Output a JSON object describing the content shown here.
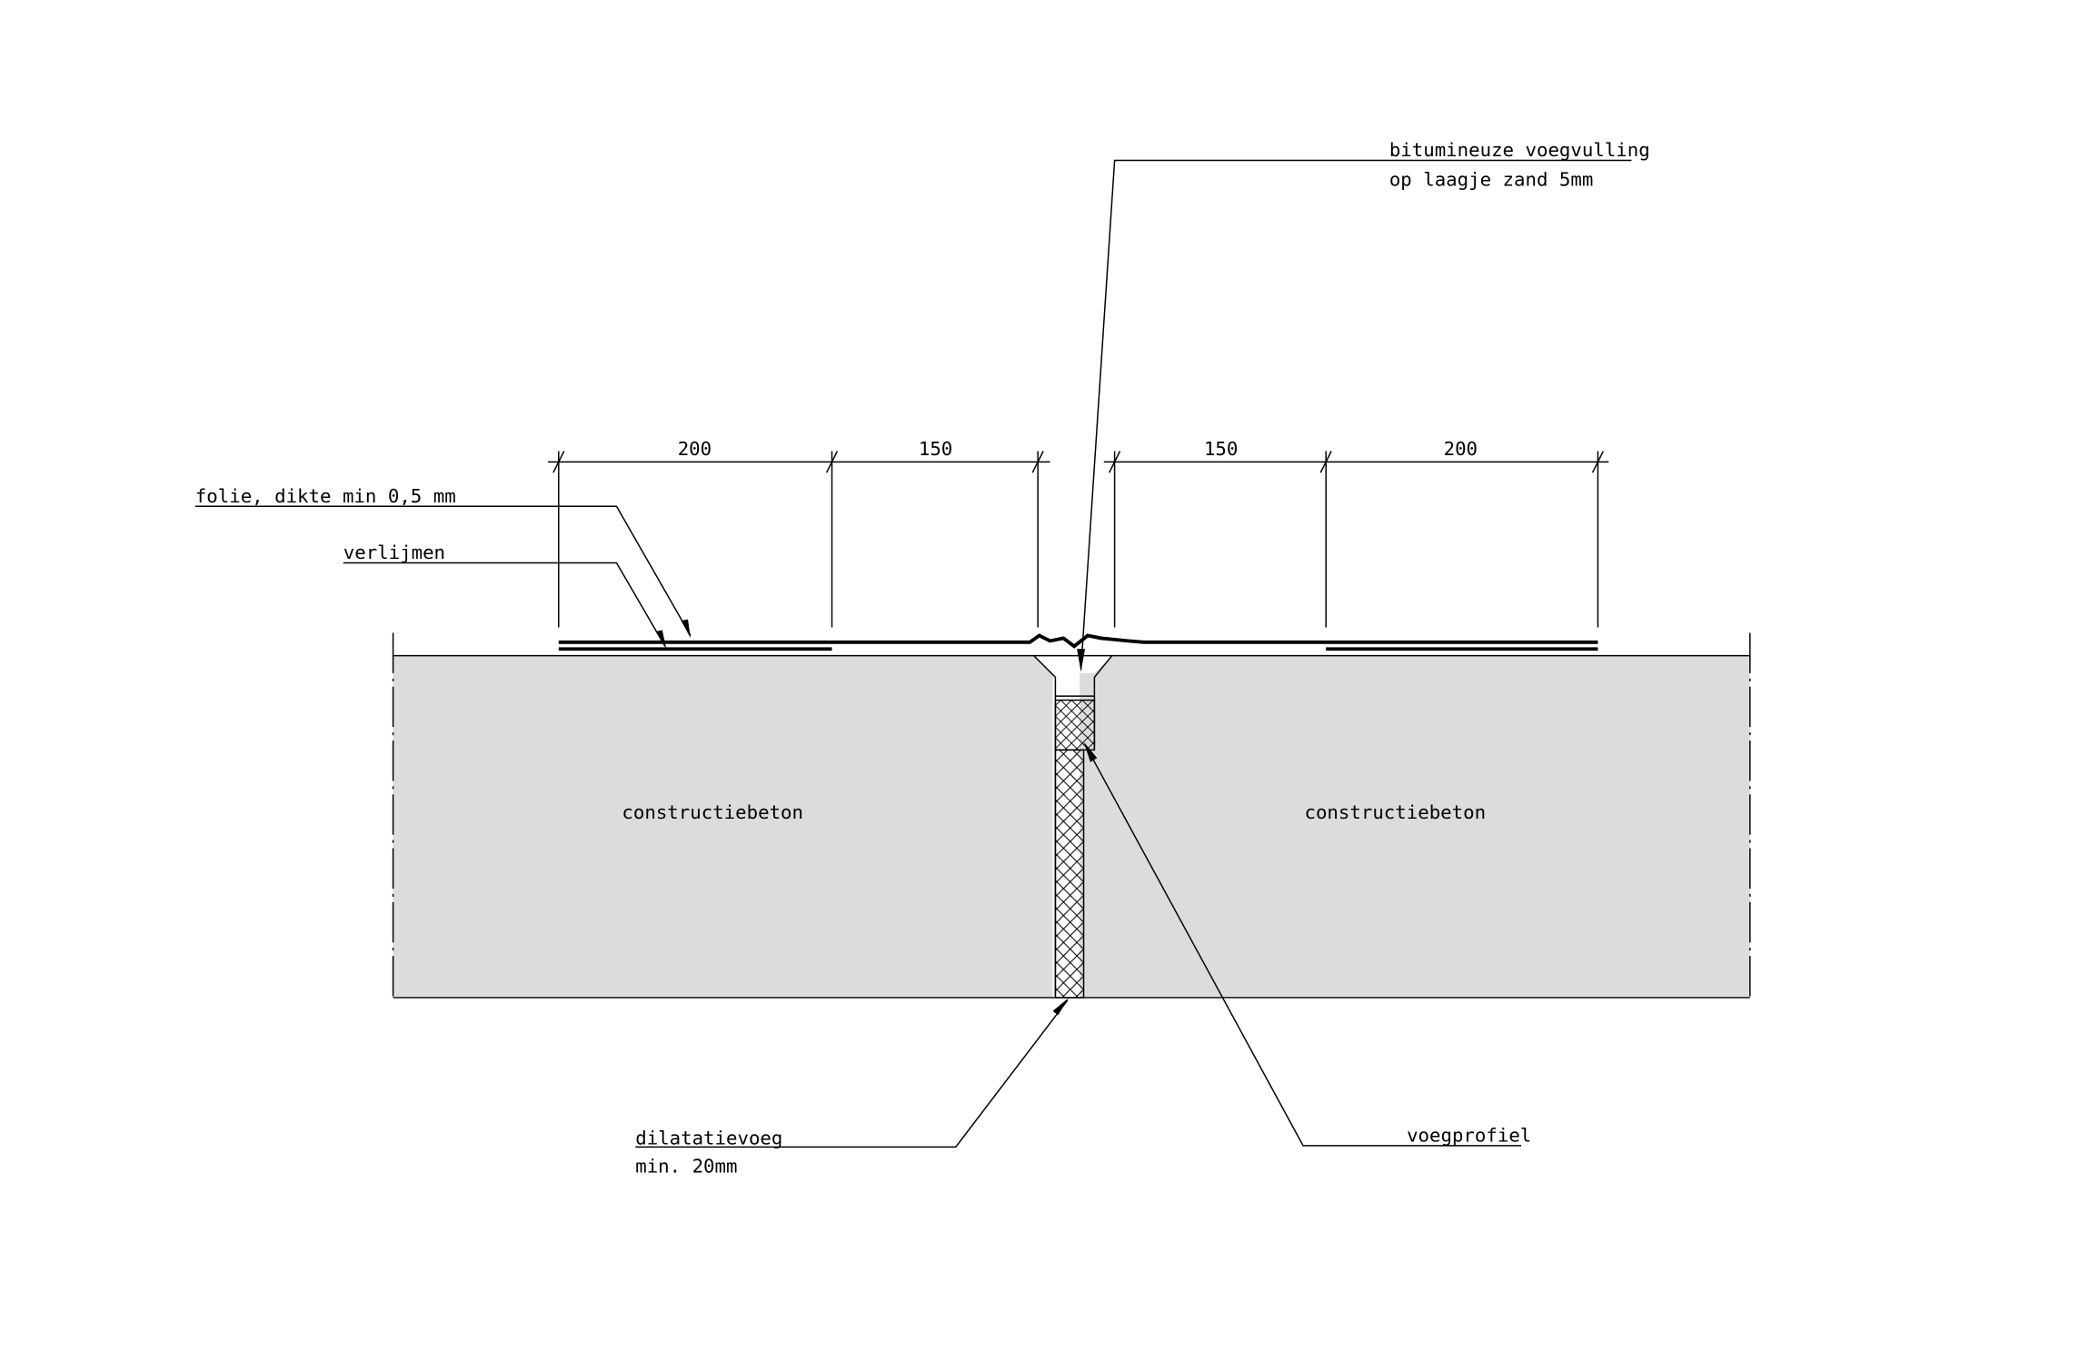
{
  "drawing": {
    "dimensions": [
      "200",
      "150",
      "150",
      "200"
    ],
    "labels": {
      "foil": "folie, dikte min 0,5 mm",
      "glue": "verlijmen",
      "filler_line1": "bitumineuze voegvulling",
      "filler_line2": "op laagje zand 5mm",
      "concrete_left": "constructiebeton",
      "concrete_right": "constructiebeton",
      "joint_line1": "dilatatievoeg",
      "joint_line2": "min. 20mm",
      "profile": "voegprofiel"
    },
    "colors": {
      "concrete": "#dcdcdc",
      "line": "#000000"
    }
  }
}
